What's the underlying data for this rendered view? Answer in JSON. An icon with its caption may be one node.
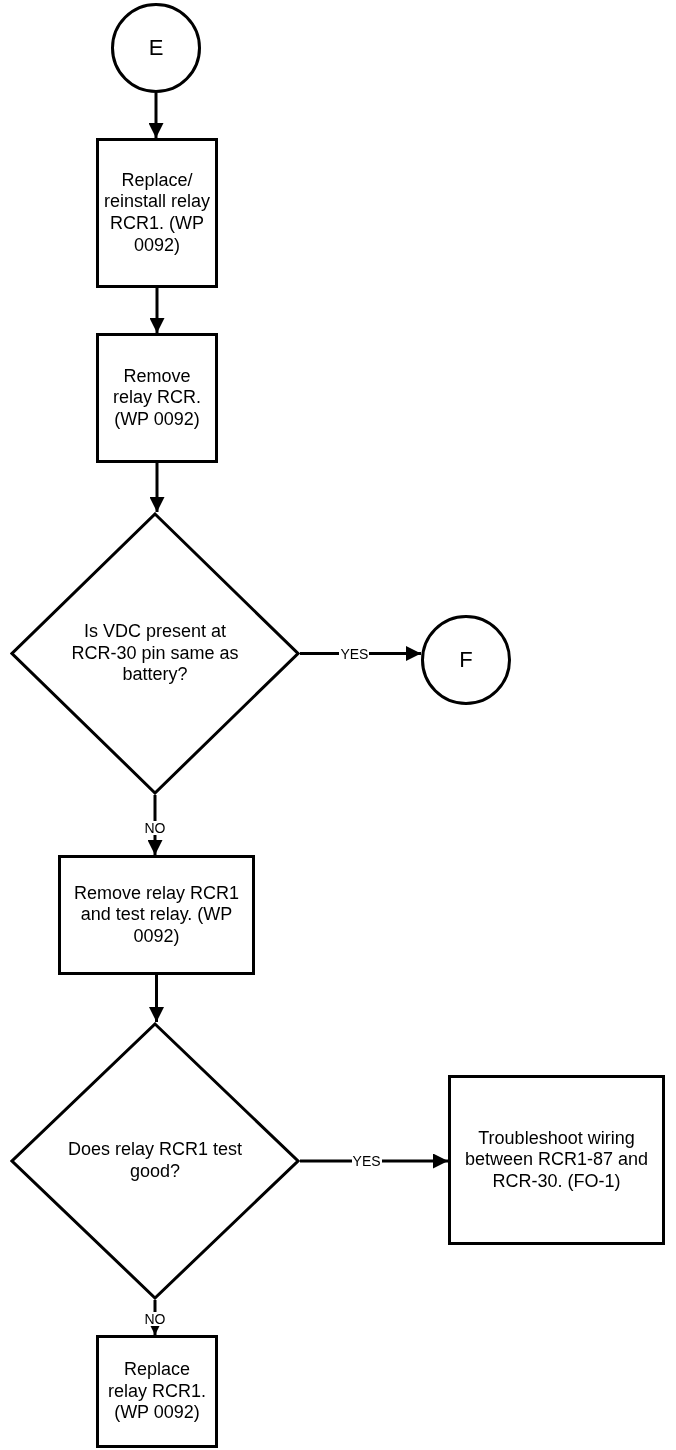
{
  "diagram": {
    "nodes": [
      {
        "text": [
          "E"
        ]
      },
      {
        "text": [
          "Replace/ reinstall relay RCR1. (WP 0092)"
        ]
      },
      {
        "text": [
          "Remove relay RCR. (WP 0092)"
        ]
      },
      {
        "text": [
          "Is VDC present at RCR-30 pin same as battery?"
        ]
      },
      {
        "text": [
          "F"
        ]
      },
      {
        "text": [
          "Remove relay RCR1 and test relay. (WP 0092)"
        ]
      },
      {
        "text": [
          "Does relay RCR1 test good?"
        ]
      },
      {
        "text": [
          "Troubleshoot wiring between RCR1-87 and RCR-30. (FO-1)"
        ]
      },
      {
        "text": [
          "Replace relay RCR1. (WP 0092)"
        ]
      }
    ],
    "edges": [
      {
        "from": 0,
        "to": 1,
        "arrow": "to"
      },
      {
        "from": 1,
        "to": 2,
        "arrow": "to"
      },
      {
        "from": 2,
        "to": 3,
        "arrow": "to"
      },
      {
        "from": 3,
        "to": 4,
        "arrow": "to",
        "label": "YES"
      },
      {
        "from": 3,
        "to": 5,
        "arrow": "to",
        "label": "NO"
      },
      {
        "from": 5,
        "to": 6,
        "arrow": "to"
      },
      {
        "from": 6,
        "to": 7,
        "arrow": "to",
        "label": "YES"
      },
      {
        "from": 6,
        "to": 8,
        "arrow": "to",
        "label": "NO"
      }
    ]
  }
}
